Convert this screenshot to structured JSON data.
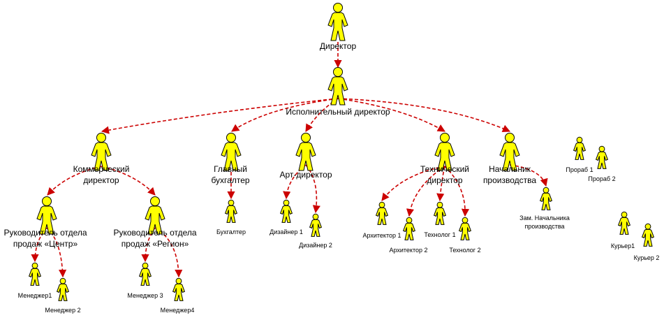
{
  "colors": {
    "figure_fill": "#FFFF00",
    "figure_stroke": "#000000",
    "arrow": "#CC0000"
  },
  "nodes": {
    "director": {
      "label": "Директор"
    },
    "exec_director": {
      "label": "Исполнительный директор"
    },
    "commercial_director": {
      "label_line1": "Коммерческий",
      "label_line2": "директор"
    },
    "chief_accountant": {
      "label_line1": "Главный",
      "label_line2": "бухгалтер"
    },
    "art_director": {
      "label": "Арт-директор"
    },
    "technical_director": {
      "label_line1": "Технический",
      "label_line2": "директор"
    },
    "production_head": {
      "label_line1": "Начальник",
      "label_line2": "производства"
    },
    "sales_head_center": {
      "label_line1": "Руководитель отдела",
      "label_line2": "продаж «Центр»"
    },
    "sales_head_region": {
      "label_line1": "Руководитель отдела",
      "label_line2": "продаж «Регион»"
    },
    "manager1": {
      "label": "Менеджер1"
    },
    "manager2": {
      "label": "Менеджер 2"
    },
    "manager3": {
      "label": "Менеджер 3"
    },
    "manager4": {
      "label": "Менеджер4"
    },
    "accountant": {
      "label": "Бухгалтер"
    },
    "designer1": {
      "label": "Дизайнер 1"
    },
    "designer2": {
      "label": "Дизайнер  2"
    },
    "architect1": {
      "label": "Архитектор 1"
    },
    "architect2": {
      "label": "Архитектор 2"
    },
    "technologist1": {
      "label": "Технолог 1"
    },
    "technologist2": {
      "label": "Технолог 2"
    },
    "deputy_production_head": {
      "label_line1": "Зам. Начальника",
      "label_line2": "производства"
    },
    "foreman1": {
      "label": "Прораб 1"
    },
    "foreman2": {
      "label": "Прораб 2"
    },
    "courier1": {
      "label": "Курьер1"
    },
    "courier2": {
      "label": "Курьер 2"
    }
  }
}
